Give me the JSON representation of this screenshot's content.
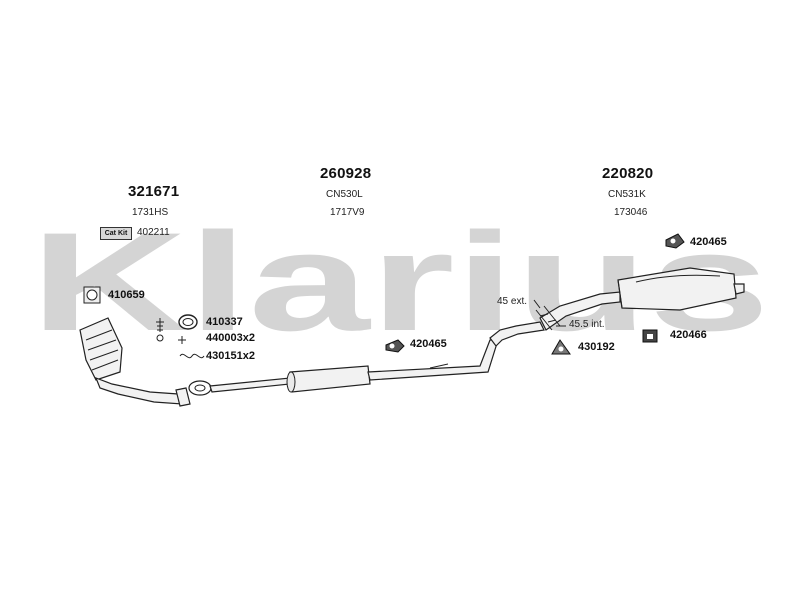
{
  "watermark": {
    "text": "Klarius",
    "color": "#d4d4d4"
  },
  "sections": [
    {
      "part_number": "321671",
      "code_primary": "1731HS",
      "code_secondary": "402211",
      "cat_kit_label": "Cat Kit"
    },
    {
      "part_number": "260928",
      "code_primary": "CN530L",
      "code_secondary": "1717V9"
    },
    {
      "part_number": "220820",
      "code_primary": "CN531K",
      "code_secondary": "173046"
    }
  ],
  "accessories": [
    {
      "label": "410659"
    },
    {
      "label": "410337"
    },
    {
      "label": "440003x2"
    },
    {
      "label": "430151x2"
    },
    {
      "label": "420465"
    },
    {
      "label": "420465"
    },
    {
      "label": "430192"
    },
    {
      "label": "420466"
    }
  ],
  "dimensions": {
    "ext": "45 ext.",
    "int": "45.5 int."
  }
}
